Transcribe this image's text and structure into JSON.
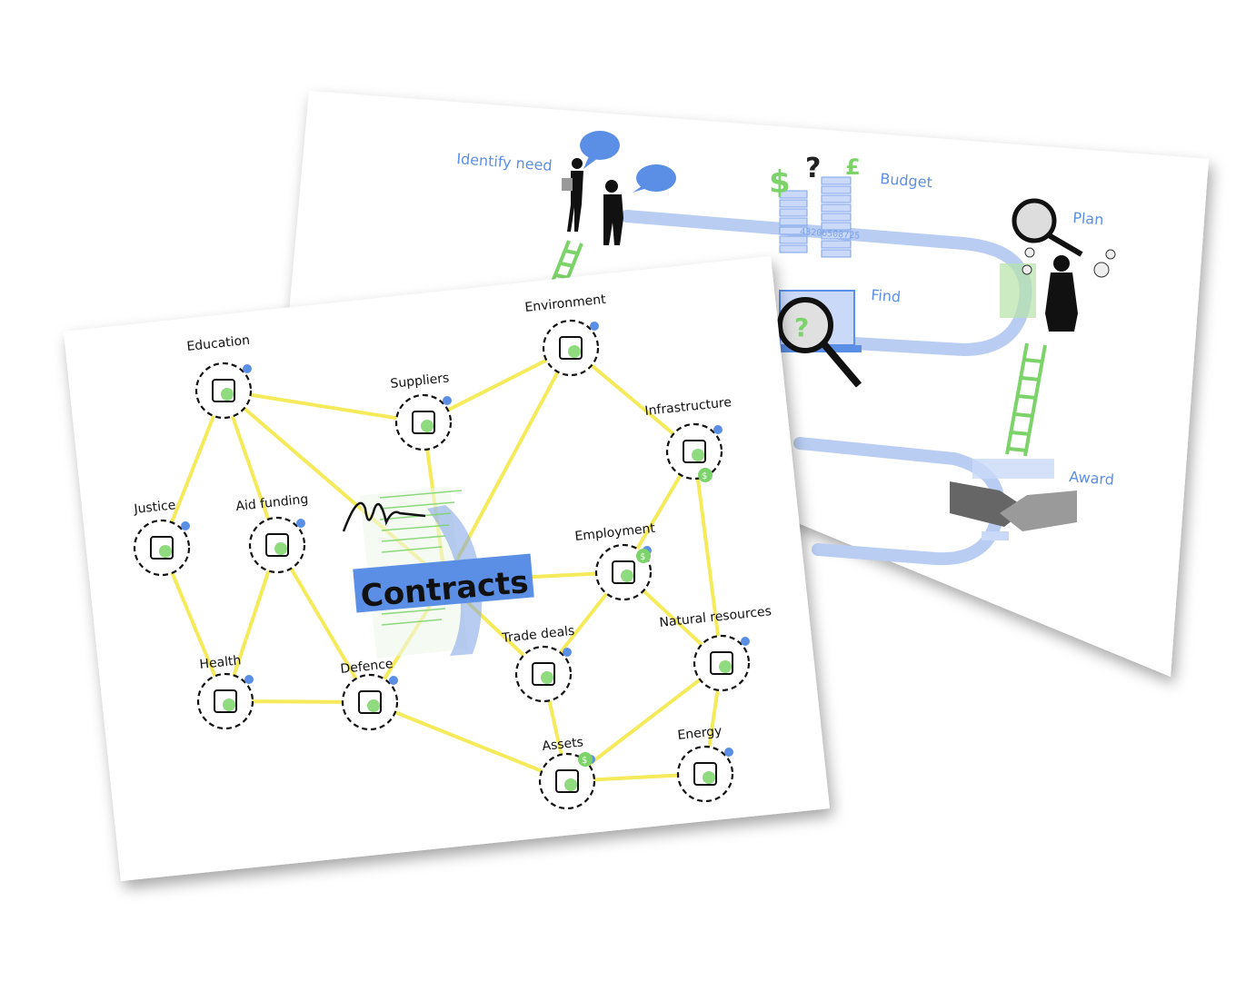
{
  "process_card": {
    "steps": {
      "identify_need": "Identify need",
      "budget": "Budget",
      "plan": "Plan",
      "find": "Find",
      "award": "Award"
    },
    "ticker_text": "43206508725",
    "currency_symbols": [
      "$",
      "?",
      "£"
    ],
    "question_symbol": "?"
  },
  "network_card": {
    "center_label": "Contracts",
    "nodes": {
      "education": "Education",
      "environment": "Environment",
      "suppliers": "Suppliers",
      "infrastructure": "Infrastructure",
      "justice": "Justice",
      "aid_funding": "Aid funding",
      "employment": "Employment",
      "natural_resources": "Natural resources",
      "trade_deals": "Trade deals",
      "health": "Health",
      "defence": "Defence",
      "assets": "Assets",
      "energy": "Energy"
    },
    "dollar_symbol": "$"
  },
  "colors": {
    "accent_blue": "#5b8fe6",
    "light_blue": "#b9cdf3",
    "green": "#7cd36a",
    "yellow": "#f5ea5a",
    "ink": "#111111"
  }
}
